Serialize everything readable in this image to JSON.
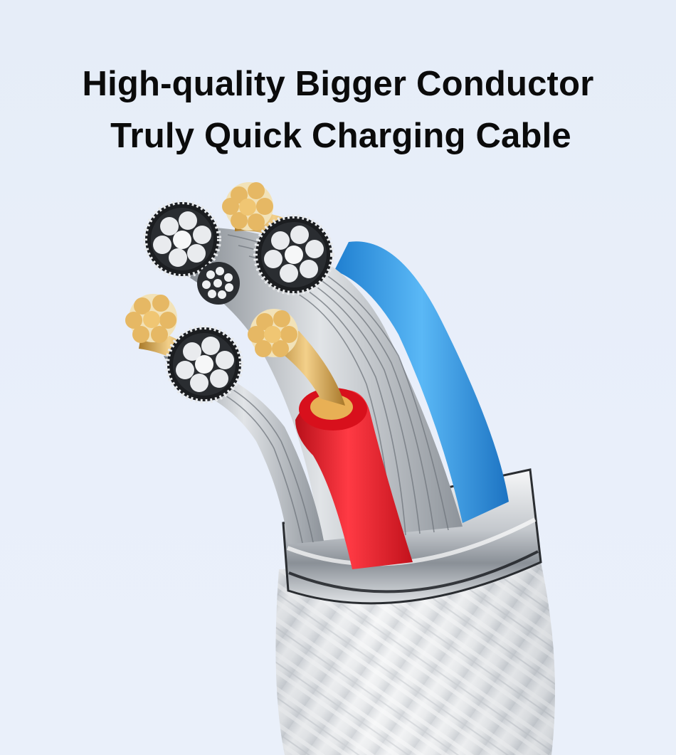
{
  "headline": {
    "line1": "High-quality Bigger Conductor",
    "line2": "Truly Quick Charging Cable"
  },
  "colors": {
    "background": "#e8eef8",
    "text": "#0b0b0b",
    "blue_wire": "#3aa0ec",
    "red_wire": "#ee2430",
    "gold_conductor": "#e2b45c",
    "silver_strand": "#b7bcc2",
    "braid": "#e4e7ea"
  },
  "icons": [
    "cable-illustration"
  ]
}
